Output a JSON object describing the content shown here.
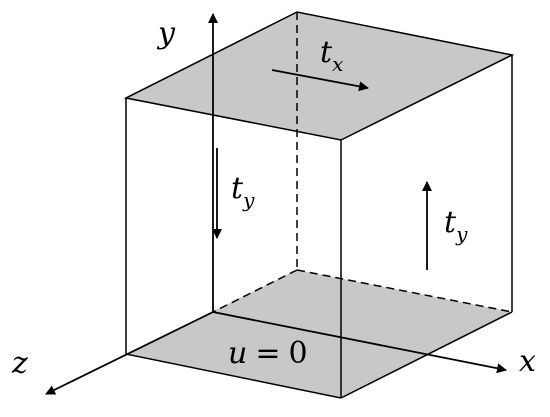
{
  "colors": {
    "face_fill": "#c8c8c8",
    "line": "#000000",
    "background": "#ffffff"
  },
  "axes": {
    "y_label": "y",
    "x_label": "x",
    "z_label": "z"
  },
  "faces": {
    "bottom_label_lhs": "u",
    "bottom_label_eq": "=",
    "bottom_label_rhs": "0"
  },
  "tractions": {
    "top": {
      "base": "t",
      "sub": "x"
    },
    "left": {
      "base": "t",
      "sub": "y"
    },
    "right": {
      "base": "t",
      "sub": "y"
    }
  }
}
